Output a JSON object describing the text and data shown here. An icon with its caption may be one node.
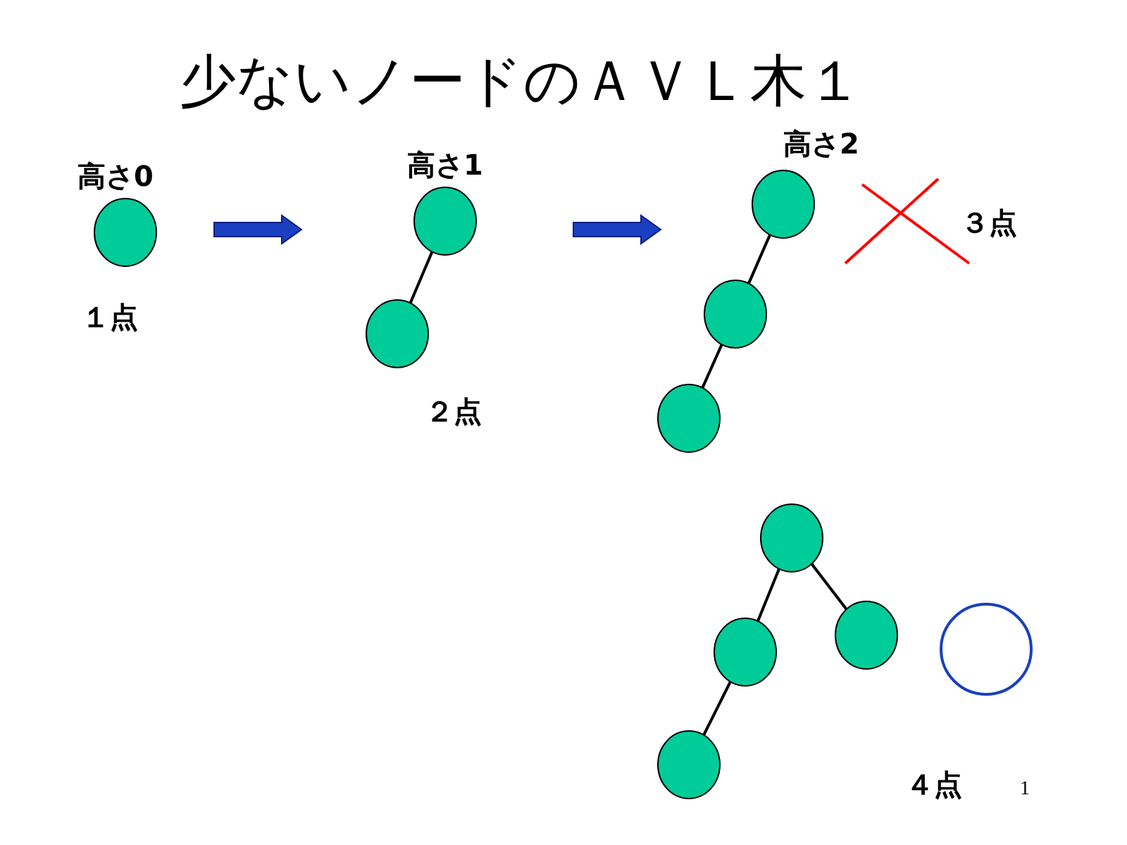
{
  "diagram": {
    "title": "少ないノードのＡＶＬ木１",
    "nodes": [
      {
        "text": [],
        "shape": "circle"
      },
      {
        "text": [],
        "shape": "circle"
      },
      {
        "text": [],
        "shape": "circle"
      },
      {
        "text": [],
        "shape": "circle"
      },
      {
        "text": [],
        "shape": "circle"
      },
      {
        "text": [],
        "shape": "circle"
      },
      {
        "text": [],
        "shape": "circle"
      },
      {
        "text": [],
        "shape": "circle"
      },
      {
        "text": [],
        "shape": "circle"
      },
      {
        "text": [],
        "shape": "circle"
      },
      {
        "text": [],
        "shape": "circle"
      }
    ],
    "edges": [
      {
        "from": 1,
        "to": 2,
        "arrow": "none"
      },
      {
        "from": 3,
        "to": 4,
        "arrow": "none"
      },
      {
        "from": 4,
        "to": 5,
        "arrow": "none"
      },
      {
        "from": 6,
        "to": 7,
        "arrow": "none"
      },
      {
        "from": 6,
        "to": 8,
        "arrow": "none"
      },
      {
        "from": 7,
        "to": 9,
        "arrow": "none"
      }
    ],
    "labels": [
      "高さ0",
      "１点",
      "高さ1",
      "２点",
      "高さ2",
      "３点",
      "４点",
      "1"
    ]
  }
}
